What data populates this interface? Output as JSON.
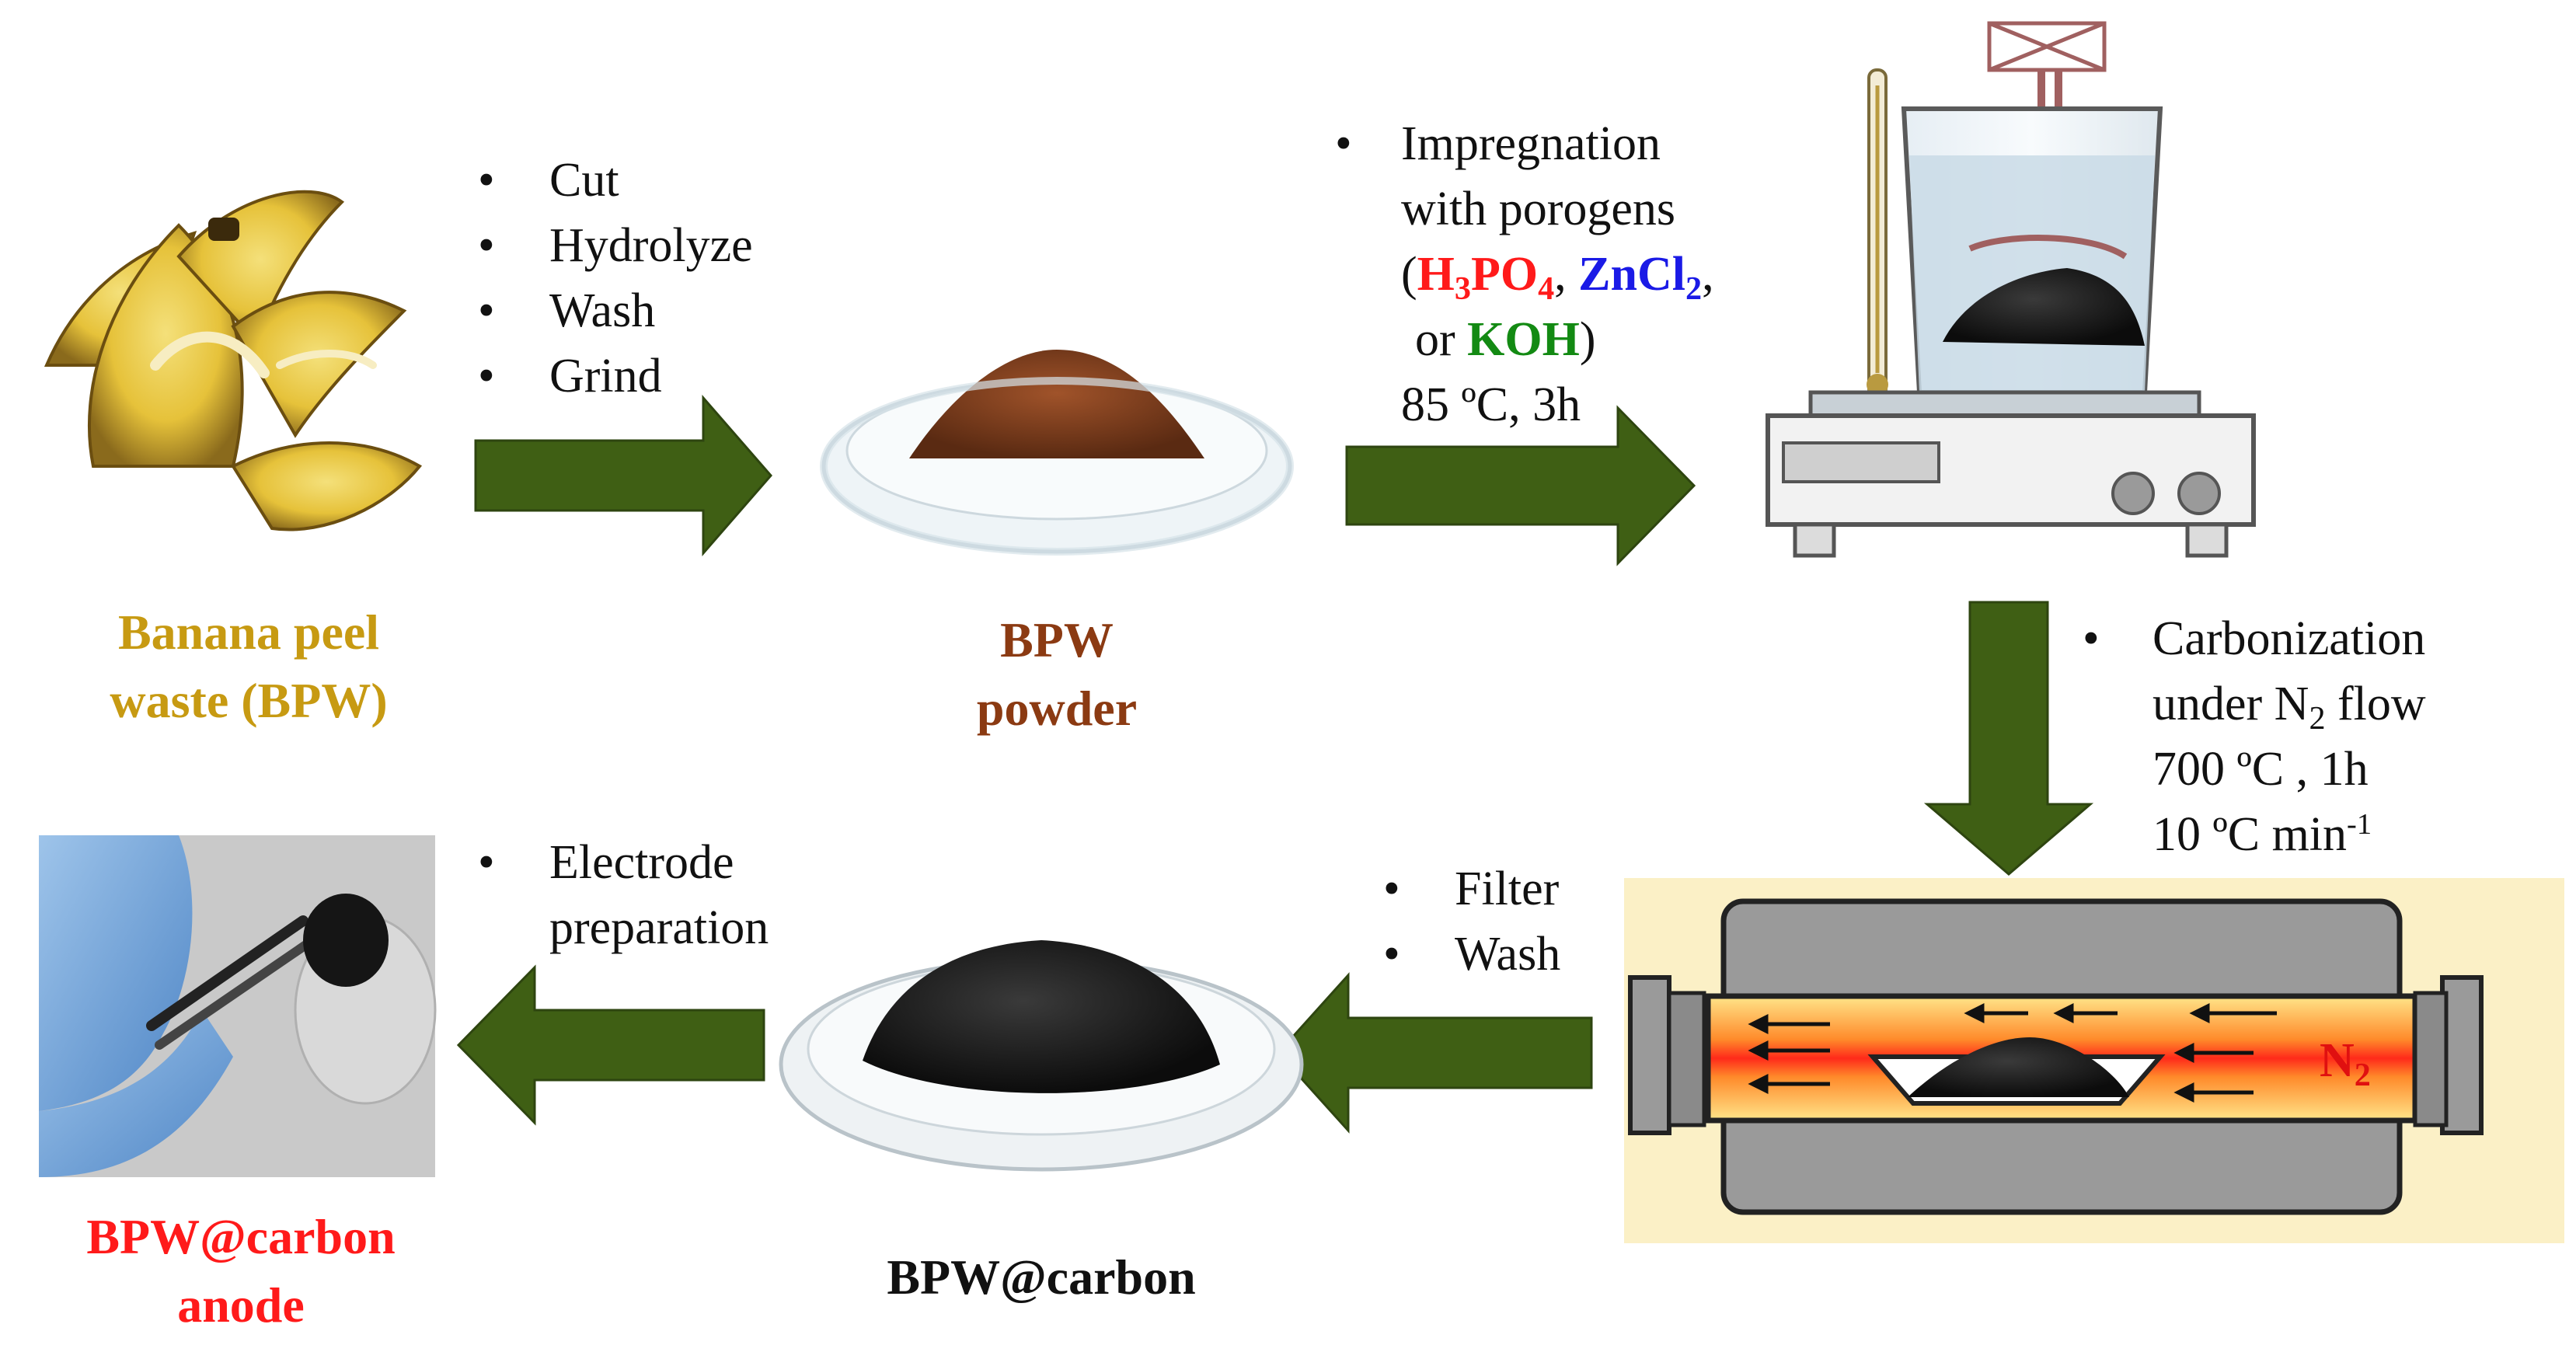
{
  "colors": {
    "arrow_fill": "#3f5f14",
    "banana_caption": "#c79a12",
    "powder_caption": "#8b3a12",
    "anode_caption": "#ff1a1a",
    "carbon_caption": "#111111",
    "h3po4": "#ff1a1a",
    "zncl2": "#1a1ae6",
    "koh": "#138a13"
  },
  "step1": {
    "bullets": [
      "Cut",
      "Hydrolyze",
      "Wash",
      "Grind"
    ]
  },
  "step2": {
    "line1": "Impregnation",
    "line2": "with porogens",
    "open_paren": "(",
    "h3po4_h": "H",
    "h3po4_3": "3",
    "h3po4_po": "PO",
    "h3po4_4": "4",
    "comma1": ", ",
    "zncl2_zn": "ZnCl",
    "zncl2_2": "2",
    "comma2": ",",
    "or": "or ",
    "koh": "KOH",
    "close_paren": ")",
    "conditions": "85 ºC, 3h"
  },
  "step3": {
    "line1": "Carbonization",
    "line2_pre": "under N",
    "line2_sub": "2",
    "line2_post": " flow",
    "line3": "700 ºC , 1h",
    "line4_pre": "10 ºC min",
    "line4_sup": "-1"
  },
  "step4": {
    "bullets": [
      "Filter",
      "Wash"
    ]
  },
  "step5": {
    "bullets": [
      "Electrode",
      "preparation"
    ]
  },
  "furnace": {
    "gas_symbol": "N",
    "gas_sub": "2"
  },
  "captions": {
    "banana": [
      "Banana peel",
      "waste (BPW)"
    ],
    "powder": [
      "BPW",
      "powder"
    ],
    "carbon": "BPW@carbon",
    "anode": [
      "BPW@carbon",
      "anode"
    ]
  }
}
